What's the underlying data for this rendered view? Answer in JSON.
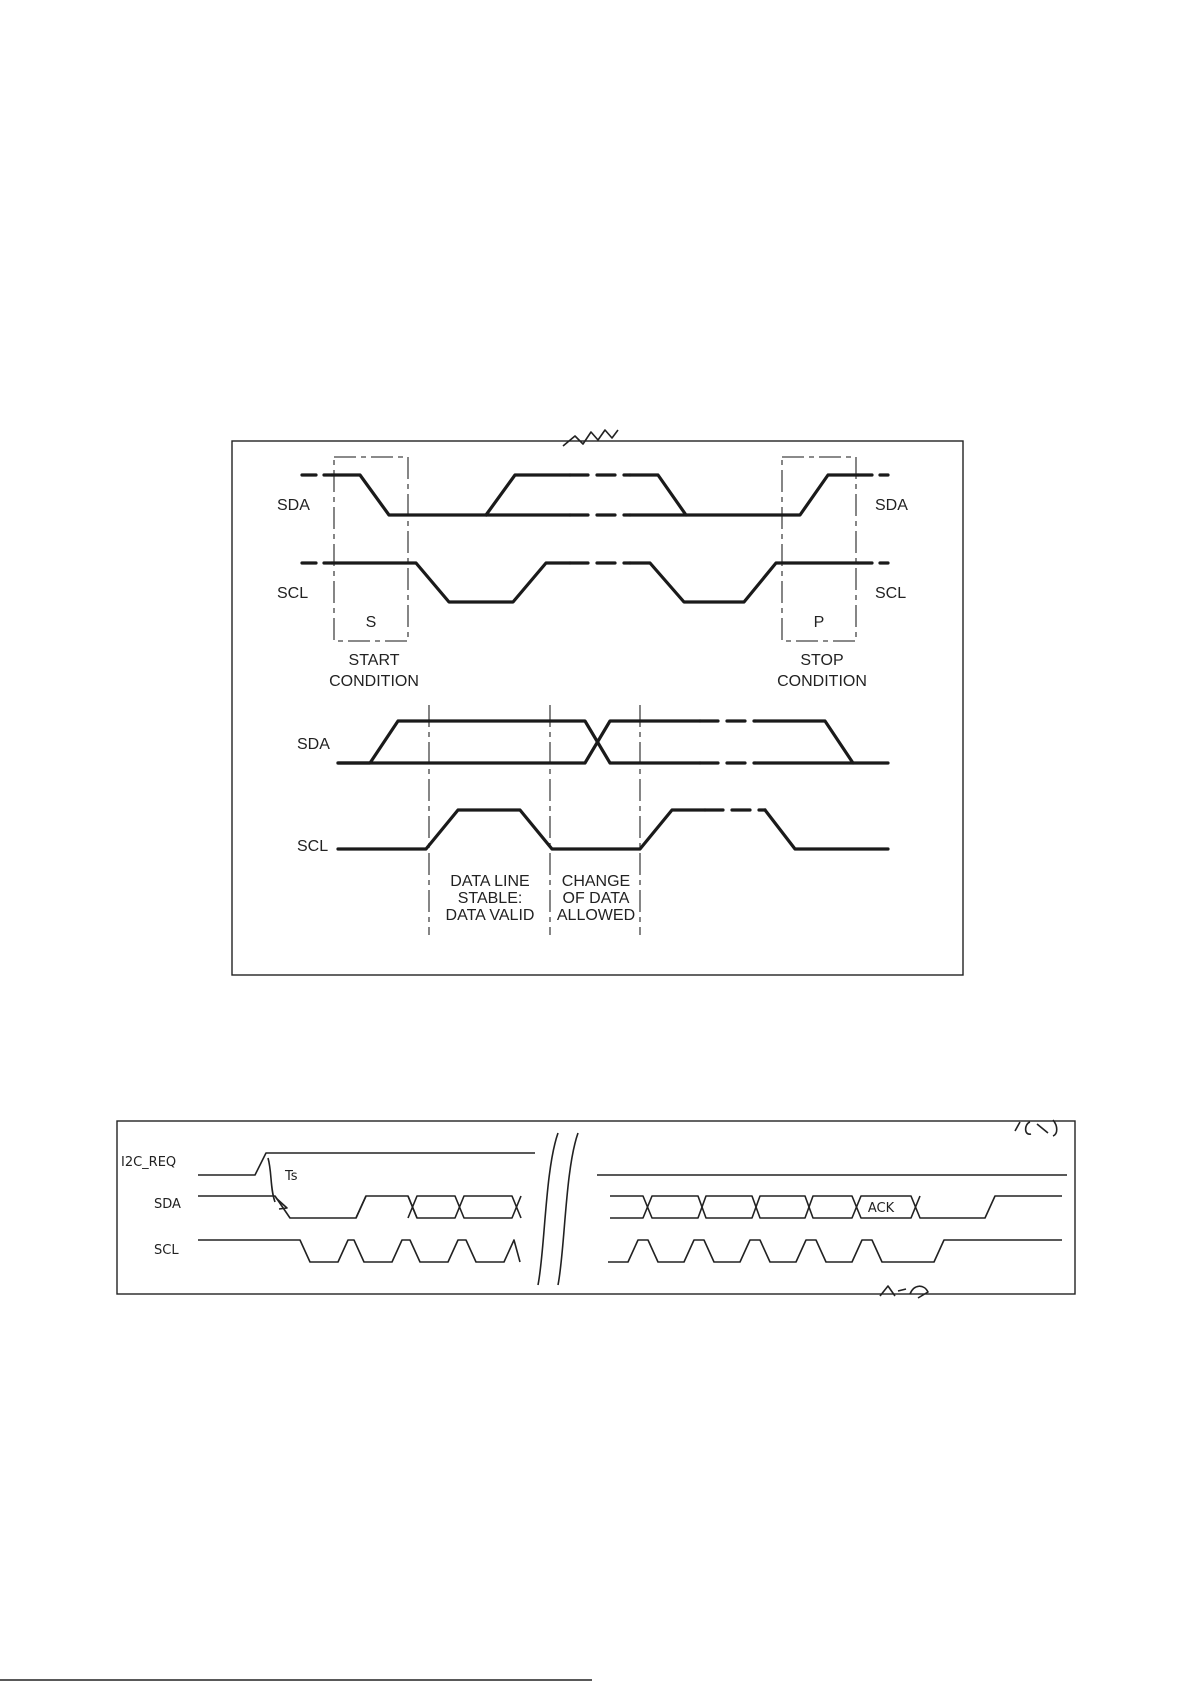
{
  "diagram1": {
    "labels": {
      "sda_left": "SDA",
      "scl_left": "SCL",
      "sda_right": "SDA",
      "scl_right": "SCL",
      "s": "S",
      "p": "P",
      "start1": "START",
      "start2": "CONDITION",
      "stop1": "STOP",
      "stop2": "CONDITION",
      "sda_lower": "SDA",
      "scl_lower": "SCL",
      "stable1": "DATA LINE",
      "stable2": "STABLE:",
      "stable3": "DATA VALID",
      "change1": "CHANGE",
      "change2": "OF DATA",
      "change3": "ALLOWED"
    }
  },
  "diagram2": {
    "labels": {
      "req": "I2C_REQ",
      "ts": "Ts",
      "sda": "SDA",
      "scl": "SCL",
      "ack": "ACK"
    }
  }
}
